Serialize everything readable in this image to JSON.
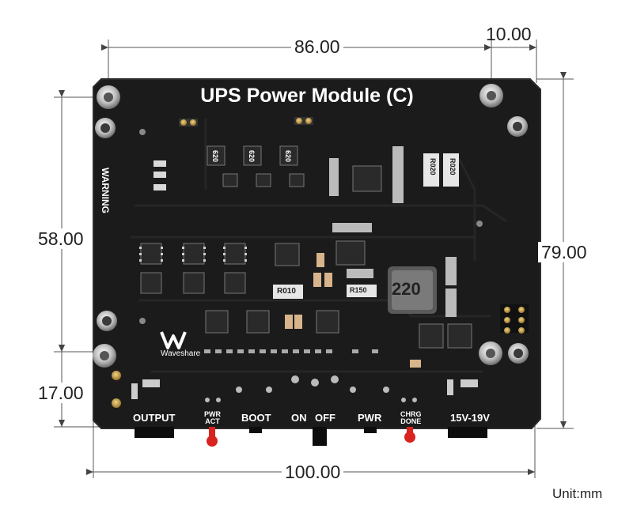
{
  "board": {
    "title": "UPS Power Module (C)",
    "brand": "Waveshare",
    "warning": "WARNING",
    "labels": {
      "output": "OUTPUT",
      "pwr_act_1": "PWR",
      "pwr_act_2": "ACT",
      "boot": "BOOT",
      "on": "ON",
      "off": "OFF",
      "pwr": "PWR",
      "chrg_done_1": "CHRG",
      "chrg_done_2": "DONE",
      "input": "15V-19V"
    },
    "inductor": "220",
    "resistors": [
      "R020",
      "R020",
      "R010",
      "R150"
    ],
    "diodes": [
      "620",
      "620",
      "620"
    ]
  },
  "dimensions": {
    "top_width": "86.00",
    "top_right": "10.00",
    "left_upper": "58.00",
    "left_lower": "17.00",
    "right_height": "79.00",
    "bottom_width": "100.00",
    "unit": "Unit:mm"
  },
  "colors": {
    "pcb": "#1b1b1b",
    "chip": "#2a2a2a",
    "gold": "#c9a24a",
    "silver": "#cfcfcf",
    "silk": "#ffffff",
    "led_red": "#d8231e"
  }
}
